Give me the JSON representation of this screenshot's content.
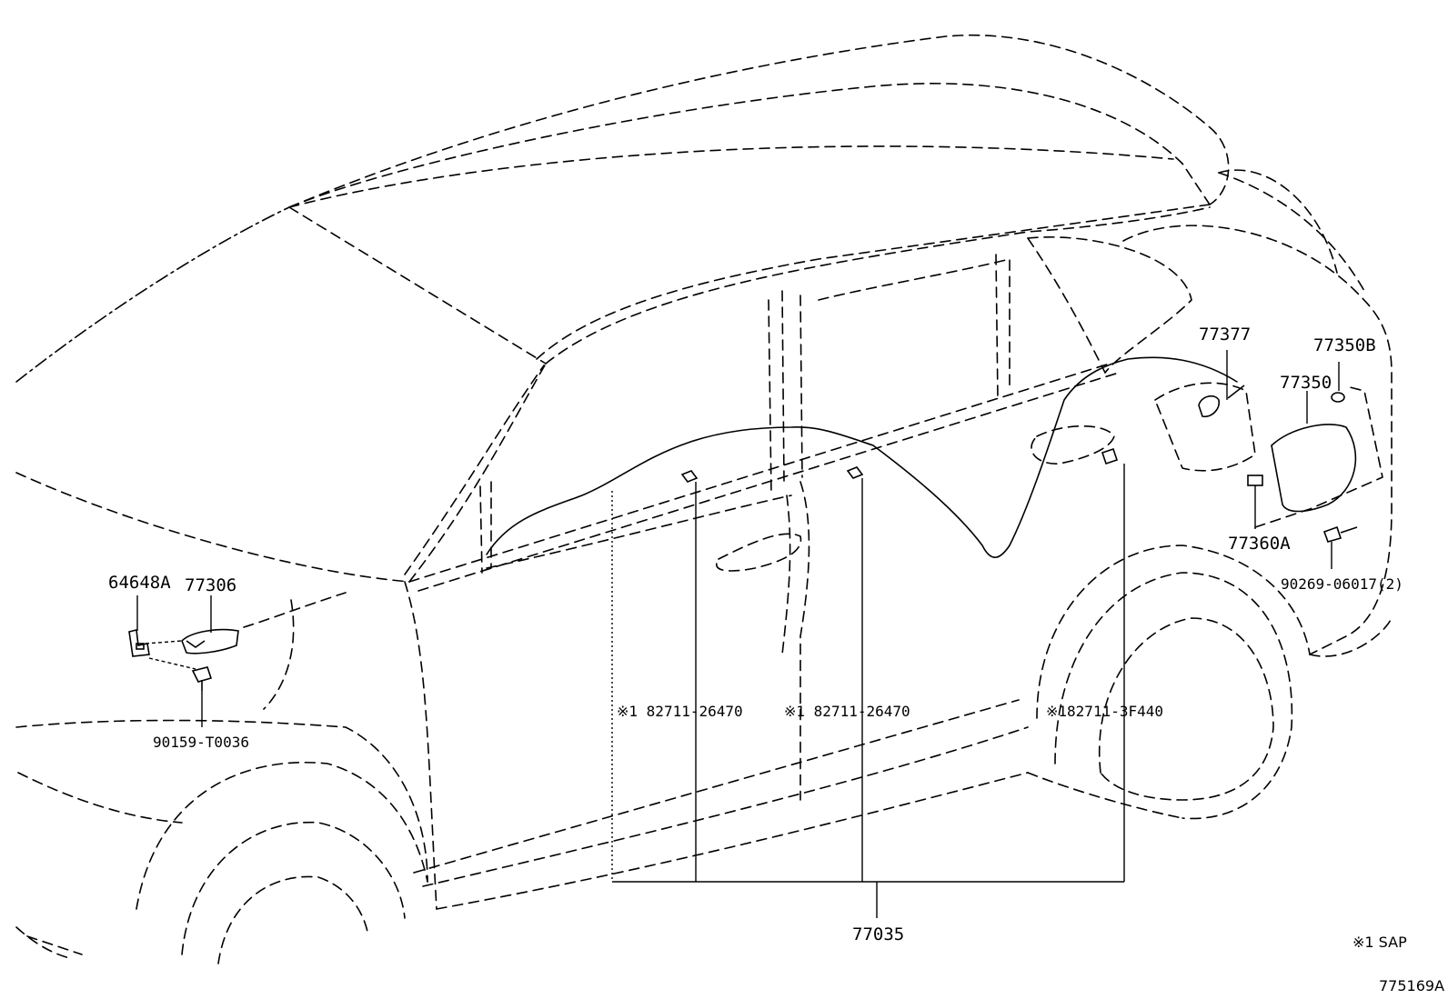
{
  "labels": {
    "p64648a": "64648A",
    "p77306": "77306",
    "p90159": "90159-T0036",
    "p77377": "77377",
    "p77350b": "77350B",
    "p77350": "77350",
    "p77360a": "77360A",
    "p90269": "90269-06017(2)",
    "clip1": "※1 82711-26470",
    "clip2": "※1 82711-26470",
    "clip3": "※182711-3F440",
    "p77035": "77035"
  },
  "notes": {
    "sap": "※1 SAP",
    "drawing_id": "775169A"
  }
}
